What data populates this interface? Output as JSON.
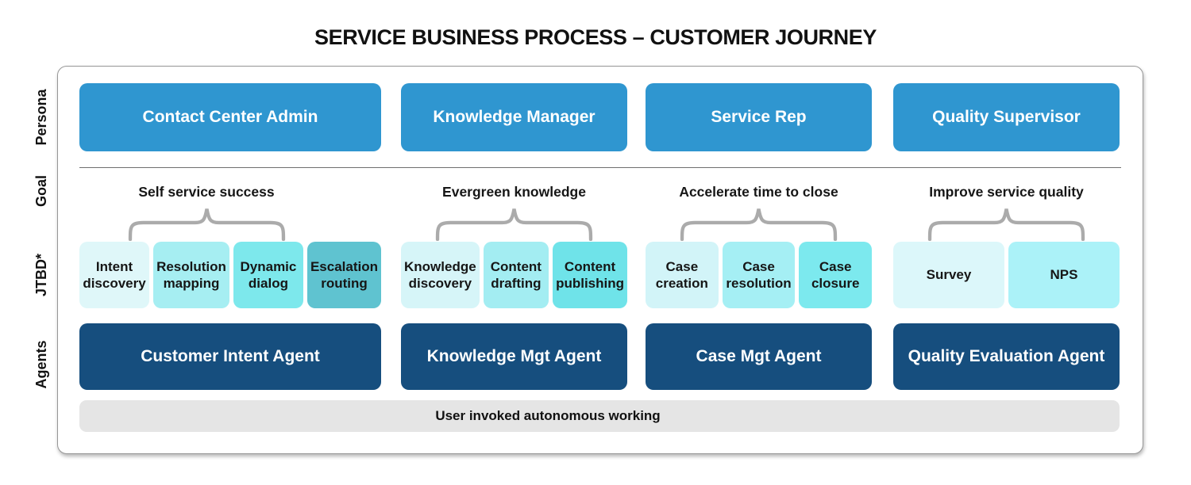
{
  "title": "SERVICE BUSINESS PROCESS – CUSTOMER JOURNEY",
  "row_labels": {
    "persona": "Persona",
    "goal": "Goal",
    "jtbd": "JTBD*",
    "agents": "Agents"
  },
  "columns": [
    {
      "persona": "Contact Center Admin",
      "goal": "Self service success",
      "jtbd": [
        {
          "label": "Intent discovery",
          "color": "#DFF7F9"
        },
        {
          "label": "Resolution mapping",
          "color": "#A6EEF2"
        },
        {
          "label": "Dynamic dialog",
          "color": "#7DE8EC"
        },
        {
          "label": "Escalation routing",
          "color": "#5FC3D0"
        }
      ],
      "agent": "Customer Intent Agent"
    },
    {
      "persona": "Knowledge Manager",
      "goal": "Evergreen knowledge",
      "jtbd": [
        {
          "label": "Knowledge discovery",
          "color": "#D6F5F8"
        },
        {
          "label": "Content drafting",
          "color": "#A3EDF2"
        },
        {
          "label": "Content publishing",
          "color": "#6FE3E9"
        }
      ],
      "agent": "Knowledge Mgt Agent"
    },
    {
      "persona": "Service Rep",
      "goal": "Accelerate time to close",
      "jtbd": [
        {
          "label": "Case creation",
          "color": "#D2F4F8"
        },
        {
          "label": "Case resolution",
          "color": "#A5EFF4"
        },
        {
          "label": "Case closure",
          "color": "#7CE9EE"
        }
      ],
      "agent": "Case Mgt Agent"
    },
    {
      "persona": "Quality Supervisor",
      "goal": "Improve service quality",
      "jtbd": [
        {
          "label": "Survey",
          "color": "#DCF7FA"
        },
        {
          "label": "NPS",
          "color": "#ABF2F8"
        }
      ],
      "agent": "Quality Evaluation Agent"
    }
  ],
  "footer": {
    "label": "User invoked autonomous working"
  },
  "colors": {
    "persona_bg": "#2F96D0",
    "agent_bg": "#164E7E",
    "footer_bg": "#E5E5E5",
    "brace": "#ABABAB"
  }
}
